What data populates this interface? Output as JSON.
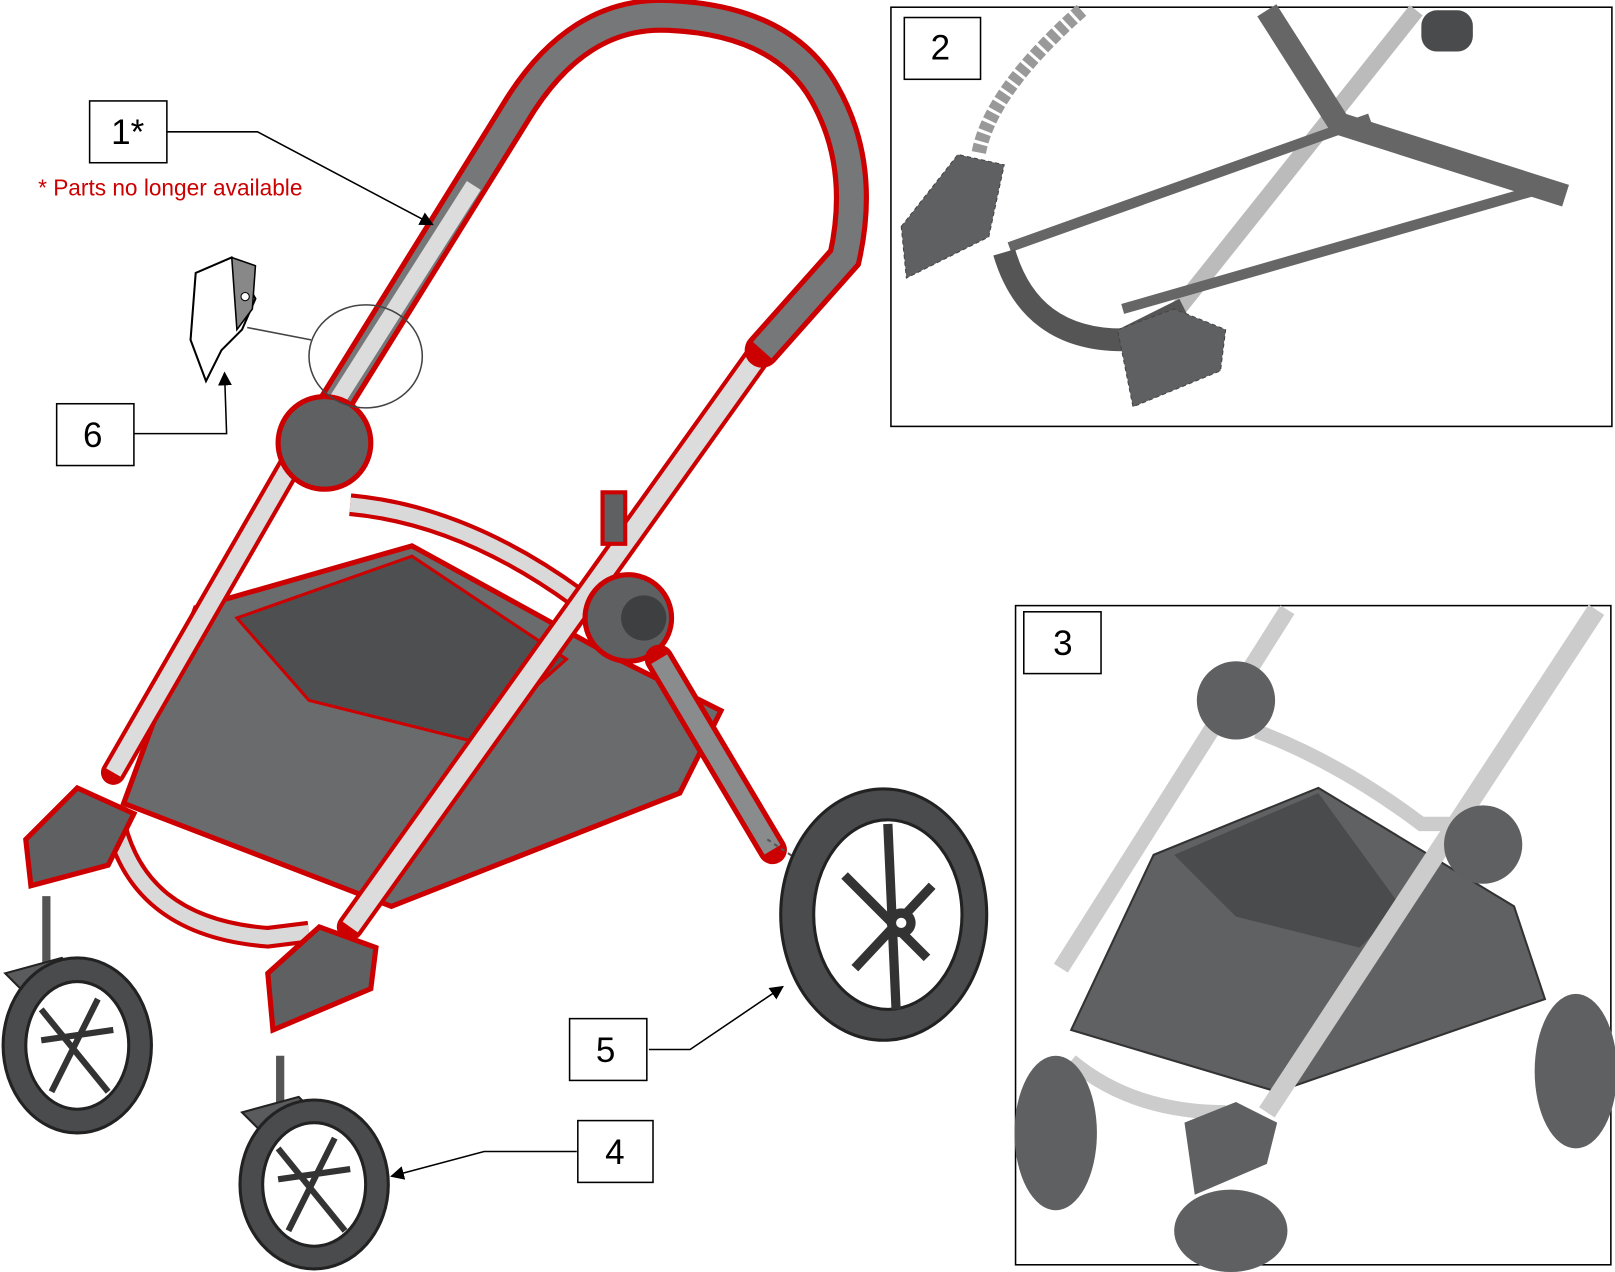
{
  "diagram": {
    "callouts": [
      {
        "id": "1",
        "label": "1*"
      },
      {
        "id": "2",
        "label": "2"
      },
      {
        "id": "3",
        "label": "3"
      },
      {
        "id": "4",
        "label": "4"
      },
      {
        "id": "5",
        "label": "5"
      },
      {
        "id": "6",
        "label": "6"
      }
    ],
    "note": "* Parts no longer available",
    "colors": {
      "highlight": "#cc0000",
      "part_gray": "#5f6062",
      "light_gray": "#bdbdbd",
      "note": "#cc0000"
    }
  }
}
